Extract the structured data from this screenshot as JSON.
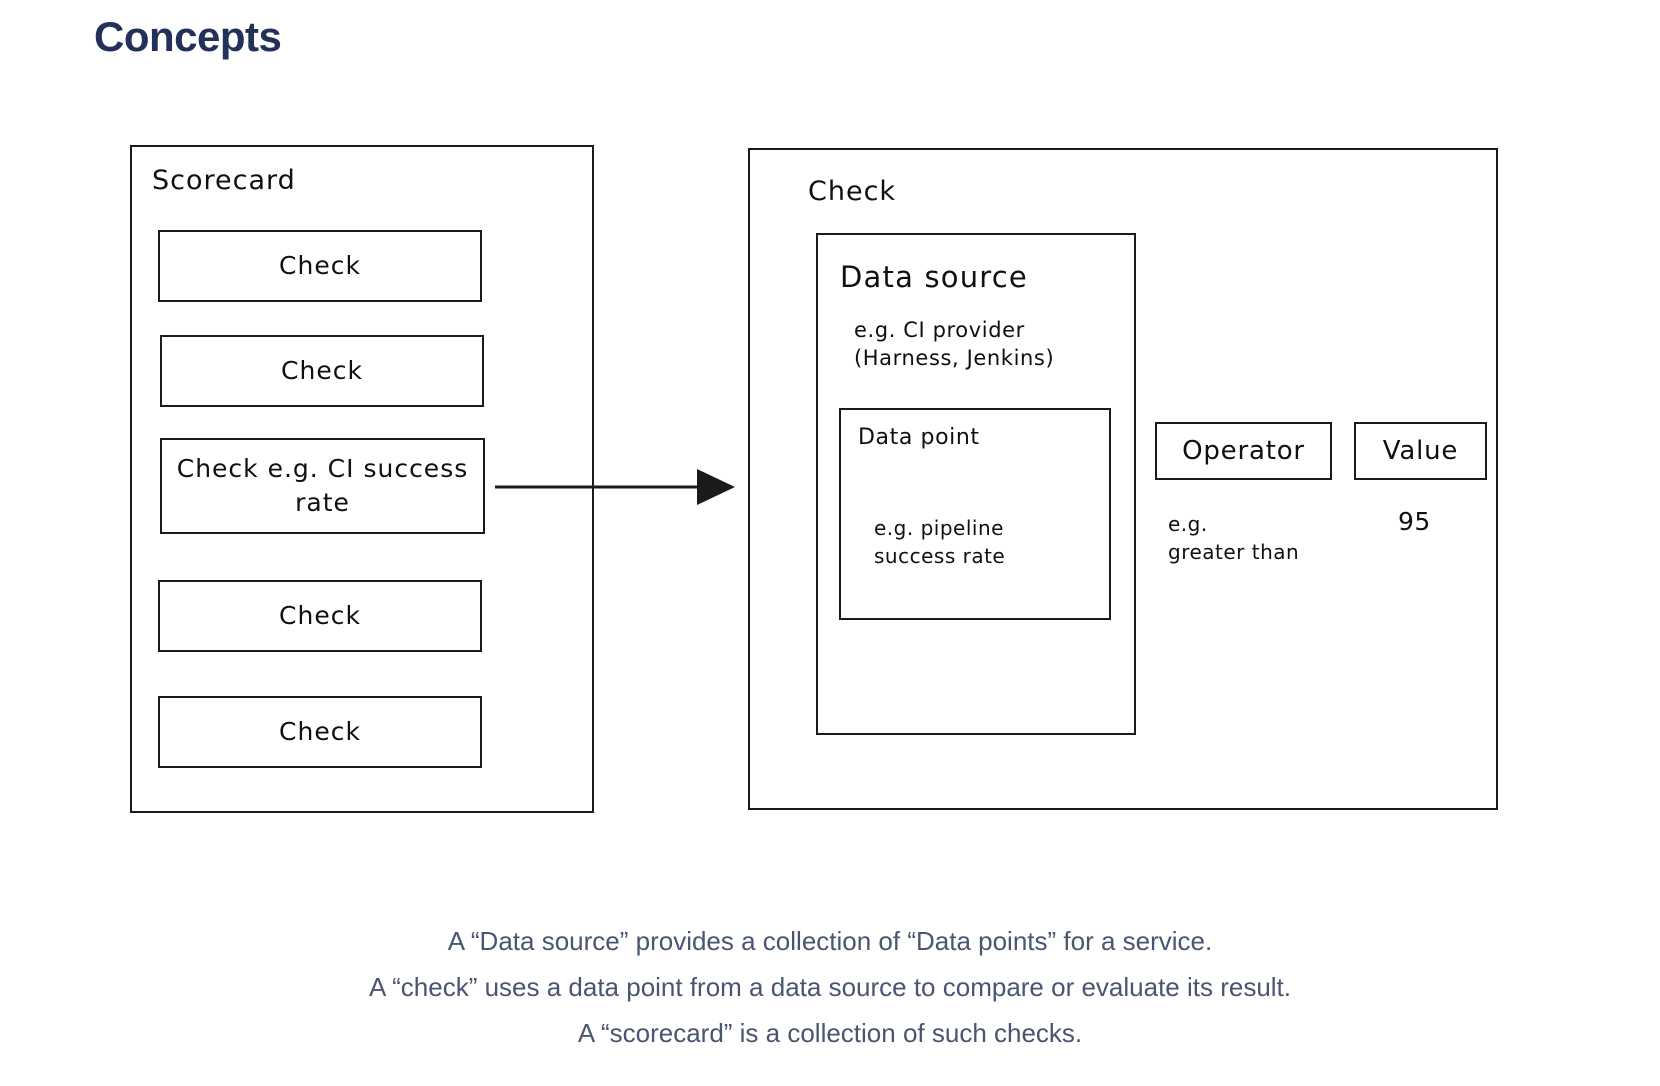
{
  "page": {
    "title": "Concepts",
    "title_color": "#22305a",
    "background": "#ffffff",
    "stroke_color": "#1b1b1b",
    "caption_color": "#4a5570"
  },
  "scorecard": {
    "title": "Scorecard",
    "checks": [
      {
        "label": "Check"
      },
      {
        "label": "Check"
      },
      {
        "label": "Check e.g. CI\nsuccess rate"
      },
      {
        "label": "Check"
      },
      {
        "label": "Check"
      }
    ]
  },
  "arrow": {
    "name": "flow-arrow",
    "from": "check-3",
    "to": "check-detail-panel"
  },
  "check_detail": {
    "title": "Check",
    "data_source": {
      "title": "Data source",
      "example": "e.g. CI provider\n(Harness, Jenkins)",
      "data_point": {
        "title": "Data point",
        "example": "e.g. pipeline\nsuccess rate"
      }
    },
    "operator": {
      "label": "Operator",
      "example": "e.g.\ngreater than"
    },
    "value": {
      "label": "Value",
      "number": "95"
    }
  },
  "caption": {
    "lines": [
      "A “Data source” provides a collection of “Data points” for a service.",
      "A “check” uses a data point from a data source to compare or evaluate its result.",
      "A “scorecard” is a collection of such checks."
    ]
  }
}
